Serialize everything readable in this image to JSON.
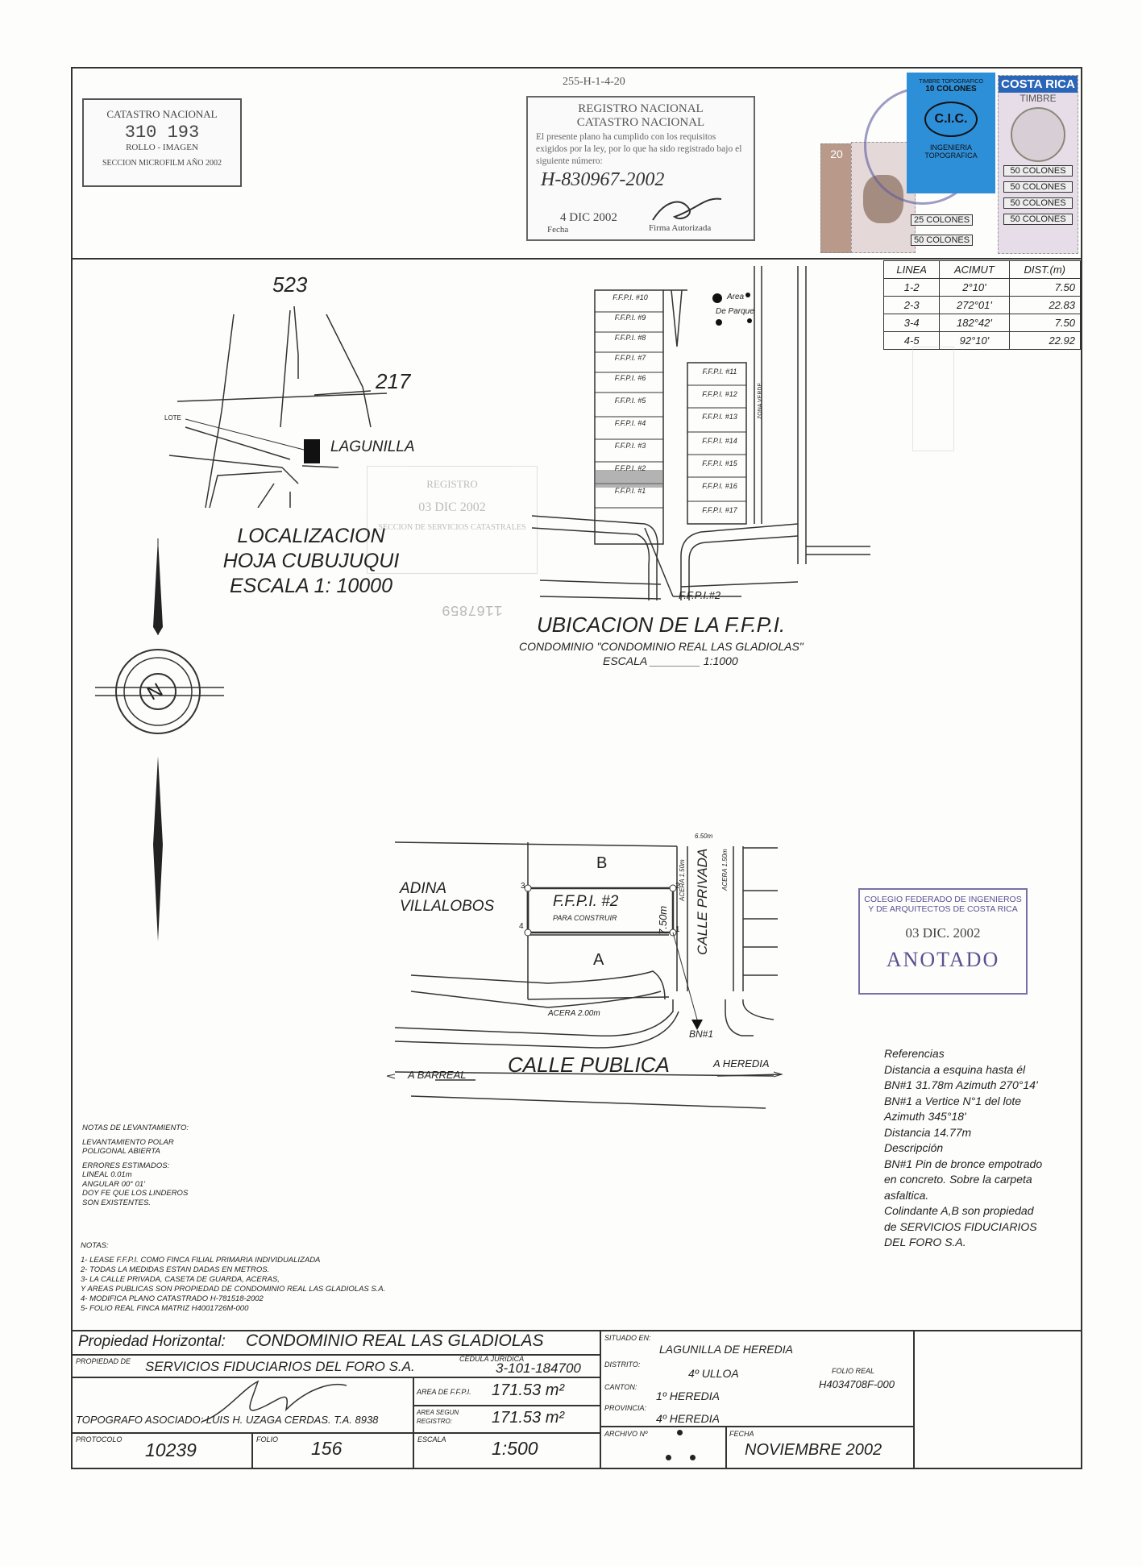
{
  "header": {
    "top_ref": "255-H-1-4-20",
    "catastro_stamp": {
      "line1": "CATASTRO NACIONAL",
      "number": "310 193",
      "line3": "ROLLO - IMAGEN",
      "line4": "SECCION MICROFILM AÑO 2002"
    },
    "registro_stamp": {
      "title1": "REGISTRO NACIONAL",
      "title2": "CATASTRO NACIONAL",
      "text": "El presente plano ha cumplido con los requisitos exigidos por la ley, por lo que ha sido registrado bajo el siguiente número:",
      "number": "H-830967-2002",
      "date": "4 DIC 2002",
      "fecha_label": "Fecha",
      "firma_label": "Firma Autorizada"
    },
    "stamps": {
      "cfia_top": "TIMBRE TOPOGRAFICO",
      "cfia_value": "10 COLONES",
      "cfia_logo": "C.I.C.",
      "cfia_sub1": "INGENIERIA",
      "cfia_sub2": "TOPOGRAFICA",
      "costa_rica": "COSTA RICA",
      "timbre": "TIMBRE",
      "values": [
        "50 COLONES",
        "50 COLONES",
        "50 COLONES",
        "50 COLONES"
      ],
      "left_values": [
        "25 COLONES",
        "50 COLONES"
      ],
      "small_value": "20"
    }
  },
  "azimuth_table": {
    "headers": [
      "LINEA",
      "ACIMUT",
      "DIST.(m)"
    ],
    "rows": [
      [
        "1-2",
        "2°10'",
        "7.50"
      ],
      [
        "2-3",
        "272°01'",
        "22.83"
      ],
      [
        "3-4",
        "182°42'",
        "7.50"
      ],
      [
        "4-5",
        "92°10'",
        "22.92"
      ]
    ]
  },
  "localizacion": {
    "num_523": "523",
    "num_217": "217",
    "lote": "LOTE",
    "place": "LAGUNILLA",
    "title1": "LOCALIZACION",
    "title2": "HOJA CUBUJUQUI",
    "title3": "ESCALA 1: 10000"
  },
  "ubicacion": {
    "left_lots": [
      "F.F.P.I. #10",
      "F.F.P.I. #9",
      "F.F.P.I. #8",
      "F.F.P.I. #7",
      "F.F.P.I. #6",
      "F.F.P.I. #5",
      "F.F.P.I. #4",
      "F.F.P.I. #3",
      "F.F.P.I. #2",
      "F.F.P.I. #1"
    ],
    "right_lots": [
      "F.F.P.I. #11",
      "F.F.P.I. #12",
      "F.F.P.I. #13",
      "F.F.P.I. #14",
      "F.F.P.I. #15",
      "F.F.P.I. #16",
      "F.F.P.I. #17"
    ],
    "area_parque1": "Area",
    "area_parque2": "De Parque",
    "zona_verde": "ZONA VERDE",
    "callout": "F.F.P.I.#2",
    "title": "UBICACION DE LA F.F.P.I.",
    "subtitle": "CONDOMINIO \"CONDOMINIO REAL LAS GLADIOLAS\"",
    "escala": "ESCALA ________ 1:1000"
  },
  "faded_stamp": {
    "line1": "REGISTRO",
    "date": "03 DIC 2002",
    "line3": "SECCION DE SERVICIOS CATASTRALES",
    "number": "1167859"
  },
  "main_plan": {
    "lot_b": "B",
    "lot_a": "A",
    "ffpi": "F.F.P.I. #2",
    "ffpi_sub": "PARA CONSTRUIR",
    "dim_750": "7.50m",
    "calle_privada": "CALLE PRIVADA",
    "acera_150a": "ACERA 1.50m",
    "acera_150b": "ACERA 1.50m",
    "dim_650": "6.50m",
    "adina1": "ADINA",
    "adina2": "VILLALOBOS",
    "acera_200": "ACERA 2.00m",
    "bn1": "BN#1",
    "calle_publica": "CALLE PUBLICA",
    "a_barreal": "A BARREAL",
    "a_heredia": "A HEREDIA",
    "vertices": [
      "1",
      "2",
      "3",
      "4"
    ]
  },
  "colegio_stamp": {
    "line1": "COLEGIO FEDERADO DE INGENIEROS",
    "line2": "Y DE ARQUITECTOS DE COSTA RICA",
    "date": "03 DIC. 2002",
    "status": "ANOTADO"
  },
  "referencias": {
    "lines": [
      "Referencias",
      "Distancia a esquina hasta él",
      "BN#1 31.78m Azimuth 270°14'",
      "BN#1 a Vertice N°1 del lote",
      "Azimuth 345°18'",
      "Distancia 14.77m",
      "Descripción",
      "BN#1 Pin de bronce empotrado",
      "en concreto.  Sobre la carpeta",
      "asfaltica.",
      "Colindante A,B son propiedad",
      "de SERVICIOS FIDUCIARIOS",
      "DEL FORO S.A."
    ]
  },
  "notas_levantamiento": {
    "title": "NOTAS DE LEVANTAMIENTO:",
    "lines": [
      "LEVANTAMIENTO POLAR",
      "POLIGONAL ABIERTA",
      "",
      "ERRORES ESTIMADOS:",
      "LINEAL   0.01m",
      "ANGULAR  00° 01'",
      "DOY FE QUE LOS LINDEROS",
      "SON EXISTENTES."
    ]
  },
  "notas": {
    "title": "NOTAS:",
    "lines": [
      "1- LEASE F.F.P.I. COMO FINCA FILIAL PRIMARIA INDIVIDUALIZADA",
      "2- TODAS LA MEDIDAS ESTAN DADAS EN METROS.",
      "3- LA CALLE PRIVADA, CASETA DE GUARDA, ACERAS,",
      "Y AREAS PUBLICAS SON PROPIEDAD DE CONDOMINIO REAL LAS GLADIOLAS S.A.",
      "4- MODIFICA PLANO CATASTRADO H-781518-2002",
      "5- FOLIO REAL FINCA MATRIZ  H4001726M-000"
    ]
  },
  "title_block": {
    "ph_label": "Propiedad Horizontal:",
    "ph_value": "CONDOMINIO REAL LAS GLADIOLAS",
    "propiedad_label": "PROPIEDAD DE",
    "propiedad_value": "SERVICIOS FIDUCIARIOS DEL FORO S.A.",
    "cedula_label": "CEDULA JURIDICA",
    "cedula_value": "3-101-184700",
    "area_label": "AREA DE F.F.P.I.",
    "area_value": "171.53 m²",
    "area_reg_label1": "AREA SEGUN",
    "area_reg_label2": "REGISTRO:",
    "area_reg_value": "171.53 m²",
    "topografo": "TOPOGRAFO ASOCIADO: LUIS H. UZAGA CERDAS.  T.A. 8938",
    "protocolo_label": "PROTOCOLO",
    "protocolo_value": "10239",
    "folio_label": "FOLIO",
    "folio_value": "156",
    "escala_label": "ESCALA",
    "escala_value": "1:500",
    "situado_label": "SITUADO EN:",
    "situado_value": "LAGUNILLA DE HEREDIA",
    "distrito_label": "DISTRITO:",
    "distrito_value": "4º ULLOA",
    "canton_label": "CANTON:",
    "canton_value": "1º HEREDIA",
    "provincia_label": "PROVINCIA:",
    "provincia_value": "4º HEREDIA",
    "folio_real_label": "FOLIO REAL",
    "folio_real_value": "H4034708F-000",
    "archivo_label": "ARCHIVO Nº",
    "fecha_label": "FECHA",
    "fecha_value": "NOVIEMBRE 2002"
  },
  "north_symbol": "N"
}
